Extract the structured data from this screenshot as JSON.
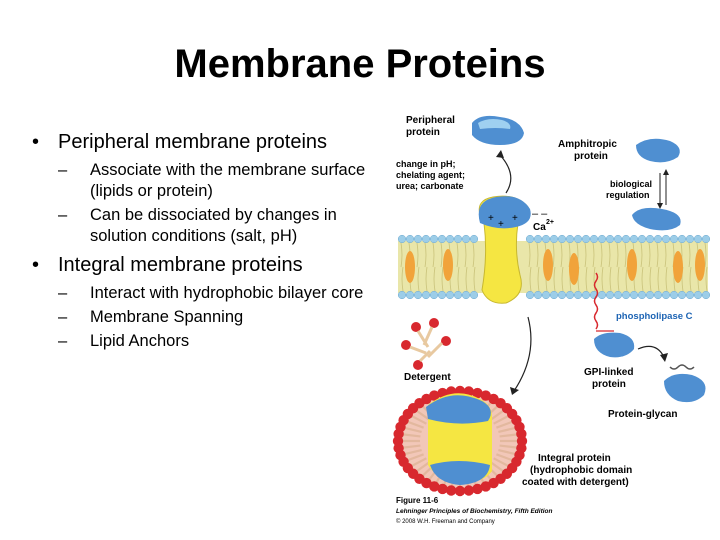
{
  "slide": {
    "title": "Membrane Proteins",
    "bullets": [
      {
        "text": "Peripheral membrane proteins",
        "subs": [
          "Associate with the membrane surface (lipids or protein)",
          "Can be dissociated by changes in solution conditions (salt, pH)"
        ]
      },
      {
        "text": "Integral membrane proteins",
        "subs": [
          "Interact with hydrophobic bilayer core",
          "Membrane Spanning",
          "Lipid Anchors"
        ]
      }
    ]
  },
  "figure": {
    "labels": {
      "peripheral": [
        "Peripheral",
        "protein"
      ],
      "conditions": [
        "change in pH;",
        "chelating agent;",
        "urea; carbonate"
      ],
      "amphitropic": [
        "Amphitropic",
        "protein"
      ],
      "regulation": [
        "biological",
        "regulation"
      ],
      "calcium": "Ca",
      "calcium_sup": "2+",
      "phospholipase": "phospholipase C",
      "detergent": "Detergent",
      "gpi": [
        "GPI-linked",
        "protein"
      ],
      "glycan": "Protein-glycan",
      "integral": [
        "Integral protein",
        "(hydrophobic domain",
        "coated with detergent)"
      ],
      "fig_title": "Figure 11-6",
      "book": "Lehninger Principles of Biochemistry, Fifth Edition",
      "copyright": "© 2008 W.H. Freeman and Company"
    },
    "colors": {
      "protein": "#4f8fd1",
      "protein_light": "#9fd0f0",
      "head": "#9ccde8",
      "tail": "#e9e6a9",
      "yellow": "#f5e642",
      "orange": "#f1a33a",
      "red": "#d8282e",
      "label_blue": "#1d64b4"
    }
  }
}
